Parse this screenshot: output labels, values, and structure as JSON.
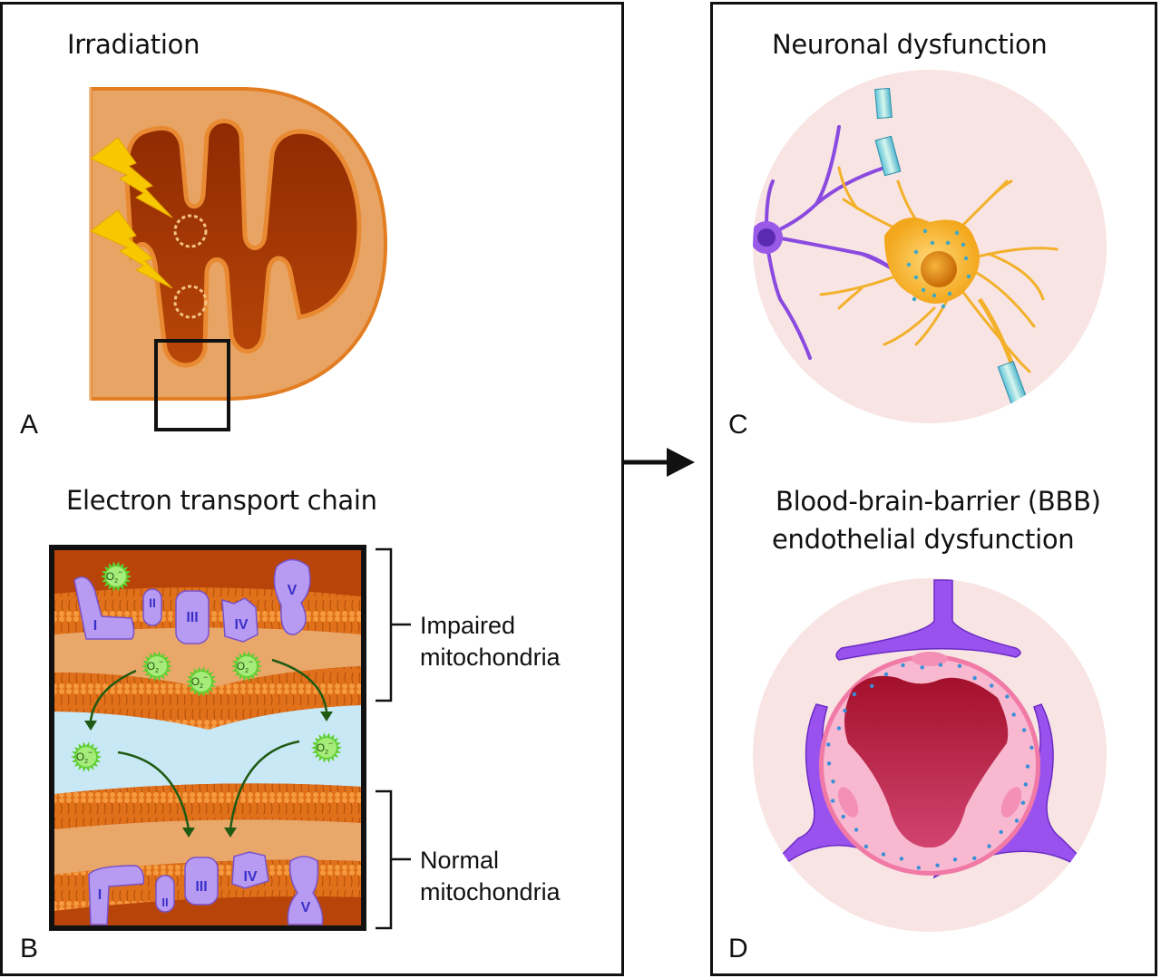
{
  "figure": {
    "panels": {
      "A": {
        "letter": "A",
        "title": "Irradiation"
      },
      "B": {
        "letter": "B",
        "title": "Electron transport chain",
        "brackets": [
          {
            "line1": "Impaired",
            "line2": "mitochondria"
          },
          {
            "line1": "Normal",
            "line2": "mitochondria"
          }
        ],
        "complexes_top": [
          "I",
          "II",
          "III",
          "IV",
          "V"
        ],
        "complexes_bottom": [
          "I",
          "II",
          "III",
          "IV",
          "V"
        ],
        "superoxide_label": "O",
        "superoxide_sub": "2",
        "superoxide_sup": "−"
      },
      "C": {
        "letter": "C",
        "title": "Neuronal dysfunction"
      },
      "D": {
        "letter": "D",
        "title_line1": "Blood-brain-barrier (BBB)",
        "title_line2": "endothelial dysfunction"
      }
    },
    "colors": {
      "mito_outer": "#e8a464",
      "mito_matrix": "#a63a06",
      "membrane": "#e77b1e",
      "lightning": "#f7c700",
      "complex": "#b79bf2",
      "superoxide": "#6fd53c",
      "intermembrane_space": "#c9e8f5",
      "neuron": "#f3b02a",
      "neuron_purple": "#8a4ae0",
      "circle_bg": "#f8e4e2",
      "vessel_lumen": "#b81e3c",
      "endothelium": "#f4a6c2",
      "astrocyte": "#9a52ee"
    }
  }
}
